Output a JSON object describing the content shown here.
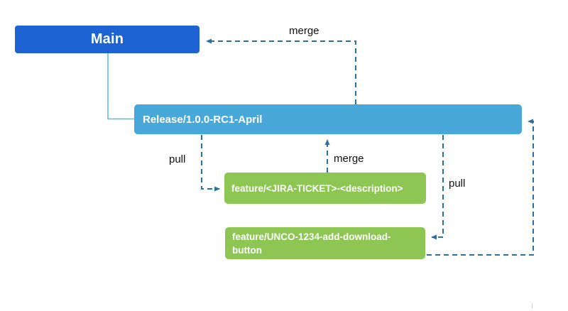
{
  "diagram": {
    "nodes": {
      "main": {
        "label": "Main",
        "color": "#1d63d3",
        "text_color": "#ffffff"
      },
      "release": {
        "label": "Release/1.0.0-RC1-April",
        "color": "#49a8da",
        "text_color": "#ffffff"
      },
      "feature_template": {
        "label": "feature/<JIRA-TICKET>-<description>",
        "color": "#8dc653",
        "text_color": "#ffffff"
      },
      "feature_unco": {
        "label": "feature/UNCO-1234-add-download-button",
        "color": "#8dc653",
        "text_color": "#ffffff"
      }
    },
    "edges": [
      {
        "label": "merge",
        "from": "release",
        "to": "main",
        "style": "dashed"
      },
      {
        "label": "pull",
        "from": "release",
        "to": "feature_template",
        "style": "dashed"
      },
      {
        "label": "merge",
        "from": "feature_template",
        "to": "release",
        "style": "dashed"
      },
      {
        "label": "pull",
        "from": "release",
        "to": "feature_unco",
        "style": "dashed"
      },
      {
        "label": "",
        "from": "feature_unco",
        "to": "release",
        "style": "dashed"
      },
      {
        "label": "",
        "from": "main",
        "to": "release",
        "style": "solid"
      }
    ],
    "colors": {
      "background": "#ffffff",
      "dashed_connector": "#2f6f9d",
      "solid_connector": "#55b8e8",
      "label_text": "#111111"
    }
  }
}
